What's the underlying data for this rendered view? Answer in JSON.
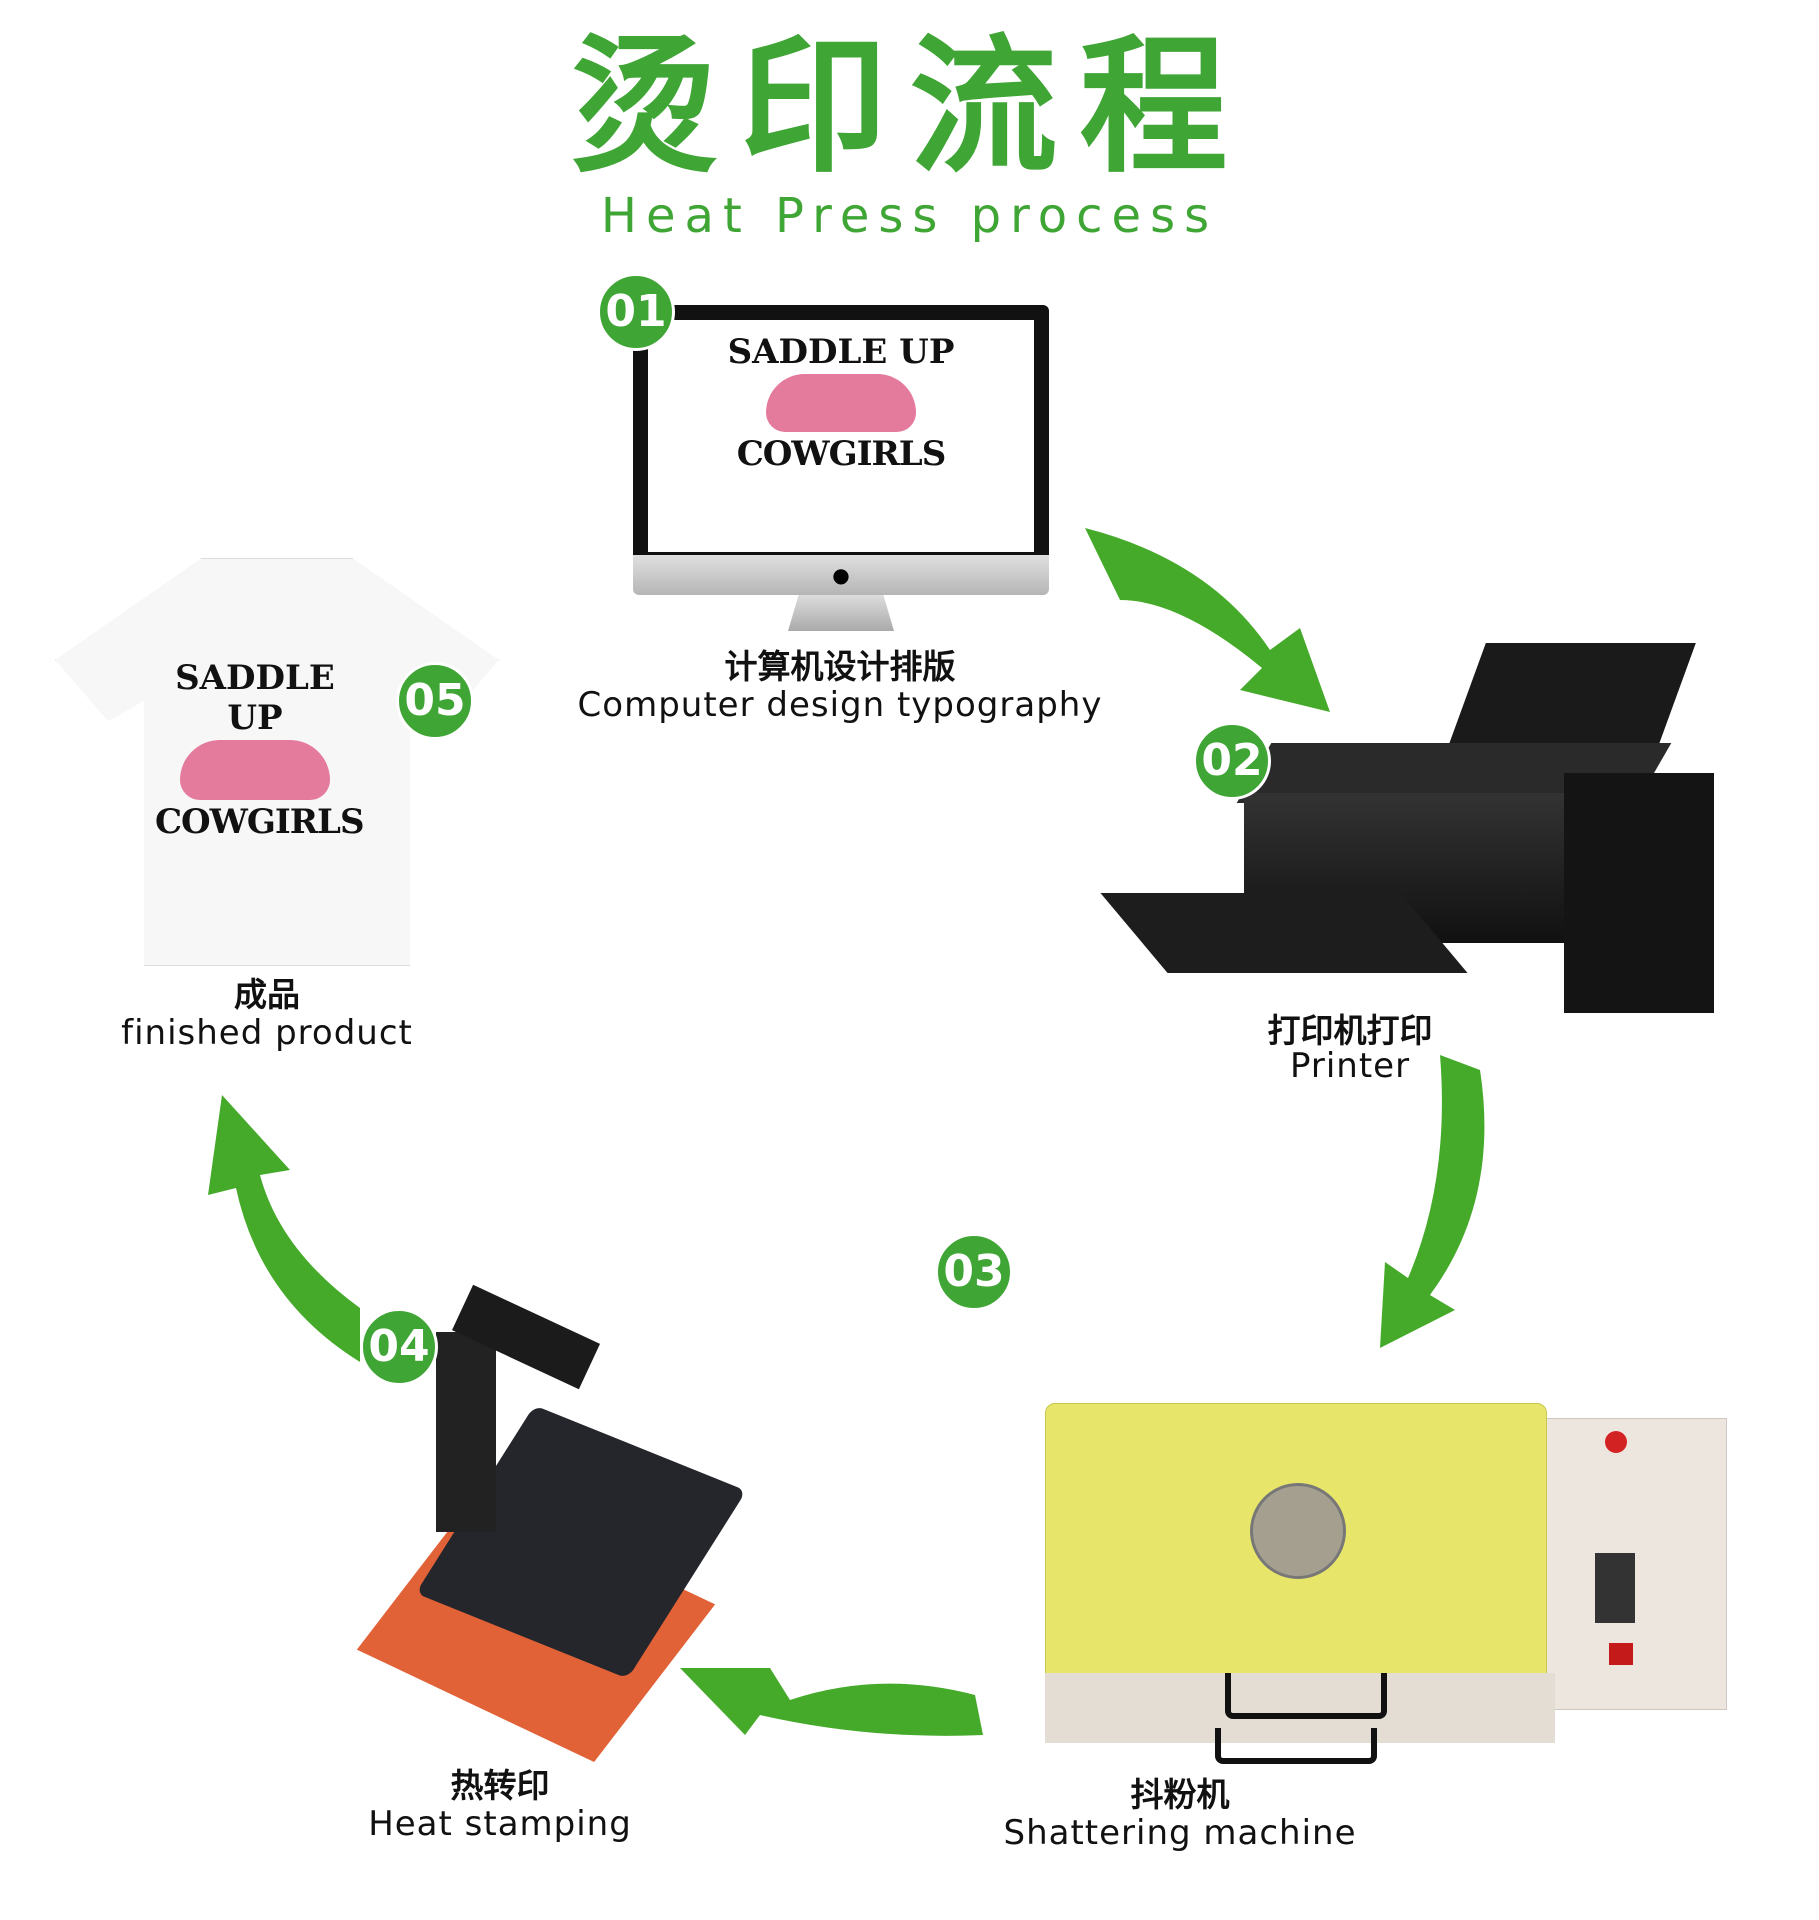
{
  "header": {
    "title": "烫印流程",
    "subtitle": "Heat Press process"
  },
  "design": {
    "line1": "SADDLE UP",
    "line2": "COWGIRLS"
  },
  "steps": [
    {
      "number": "01",
      "cn": "计算机设计排版",
      "en": "Computer design typography",
      "icon": "monitor"
    },
    {
      "number": "02",
      "cn": "打印机打印",
      "en": "Printer",
      "icon": "printer"
    },
    {
      "number": "03",
      "cn": "抖粉机",
      "en": "Shattering machine",
      "icon": "powder-shaker"
    },
    {
      "number": "04",
      "cn": "热转印",
      "en": "Heat stamping",
      "icon": "heat-press"
    },
    {
      "number": "05",
      "cn": "成品",
      "en": "finished product",
      "icon": "t-shirt"
    }
  ],
  "colors": {
    "accent": "#3fa535",
    "arrow": "#45aa2a"
  }
}
